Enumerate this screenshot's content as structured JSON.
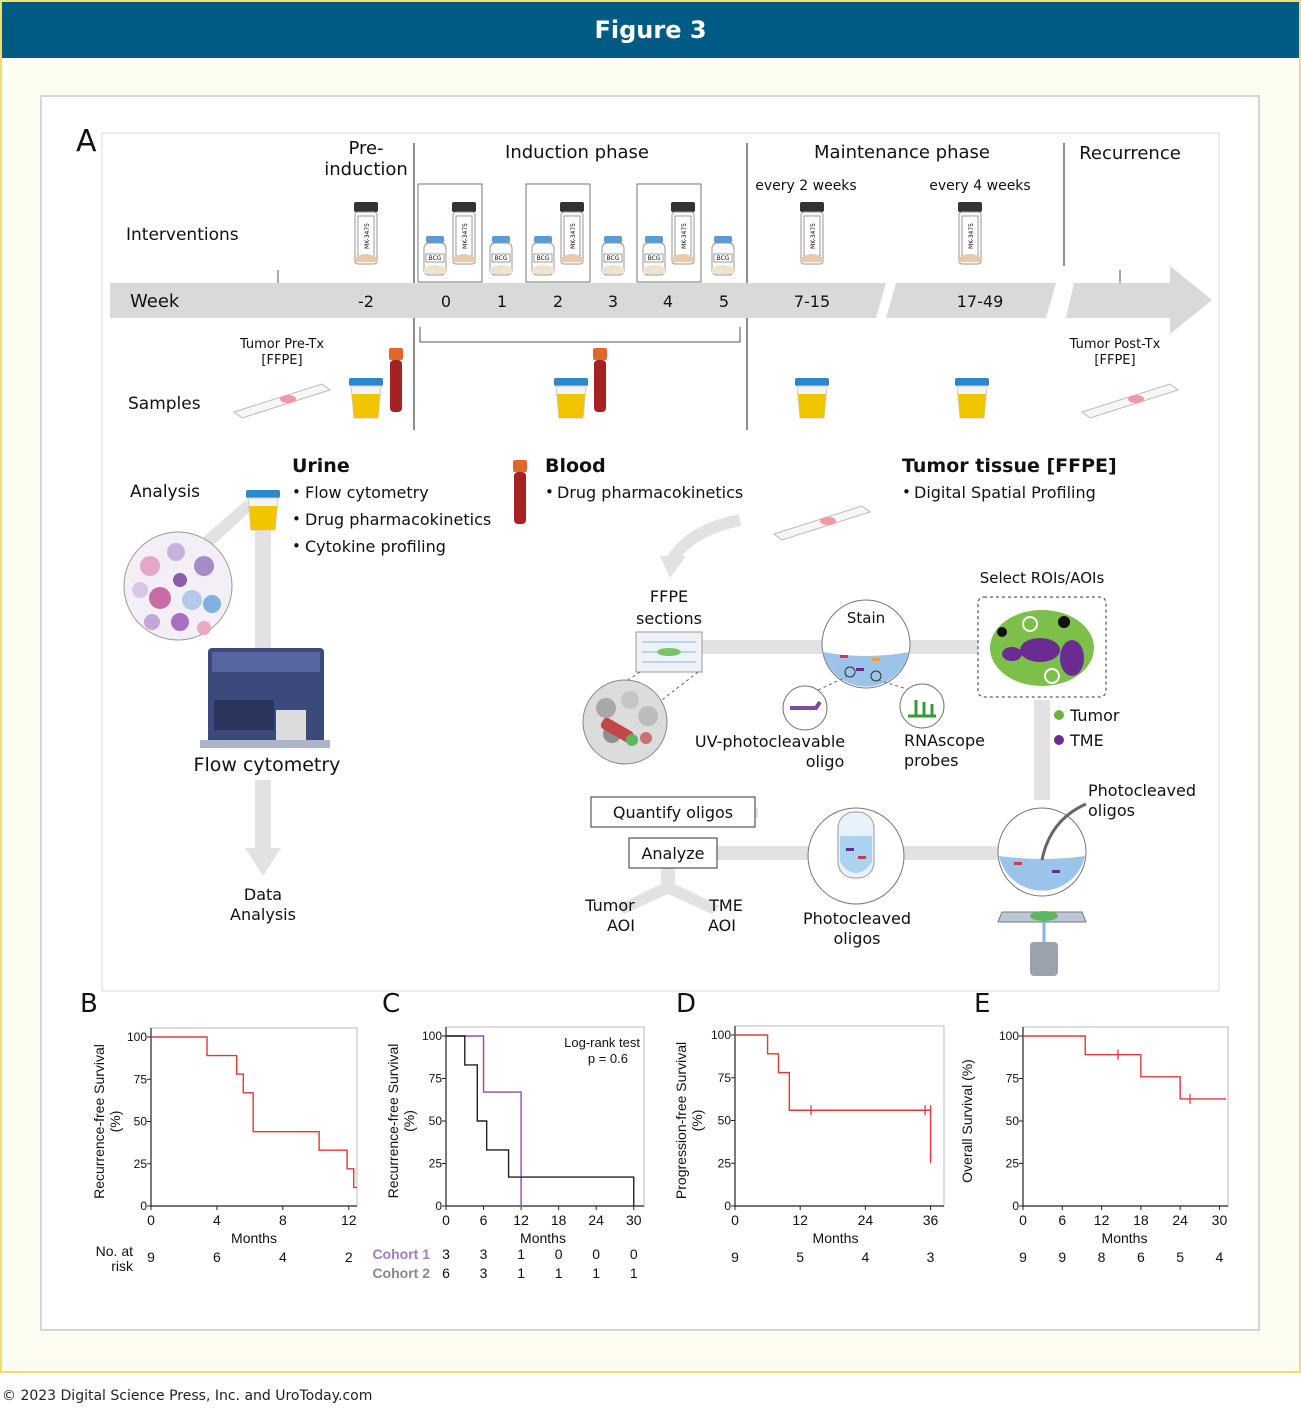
{
  "header": {
    "title": "Figure 3"
  },
  "copyright": "© 2023 Digital Science Press, Inc. and UroToday.com",
  "panelA": {
    "letter": "A",
    "phases": {
      "pre": [
        "Pre-",
        "induction"
      ],
      "induction": "Induction phase",
      "maintenance": "Maintenance phase",
      "recurrence": "Recurrence"
    },
    "freq": [
      "every 2 weeks",
      "every 4 weeks"
    ],
    "rows": {
      "interventions": "Interventions",
      "week": "Week",
      "samples": "Samples",
      "analysis": "Analysis"
    },
    "weeks": [
      "-2",
      "0",
      "1",
      "2",
      "3",
      "4",
      "5",
      "7-15",
      "17-49"
    ],
    "vial_mk": "MK-3475",
    "vial_bcg": "BCG",
    "tumor_pre": [
      "Tumor Pre-Tx",
      "[FFPE]"
    ],
    "tumor_post": [
      "Tumor Post-Tx",
      "[FFPE]"
    ],
    "urine": {
      "title": "Urine",
      "items": [
        "Flow cytometry",
        "Drug pharmacokinetics",
        "Cytokine profiling"
      ]
    },
    "blood": {
      "title": "Blood",
      "items": [
        "Drug pharmacokinetics"
      ]
    },
    "tissue": {
      "title": "Tumor tissue [FFPE]",
      "items": [
        "Digital Spatial Profiling"
      ]
    },
    "flow_label": "Flow cytometry",
    "data_analysis": [
      "Data",
      "Analysis"
    ],
    "ffpe_sections": [
      "FFPE",
      "sections"
    ],
    "stain": "Stain",
    "select_roi": "Select ROIs/AOIs",
    "legend": [
      "Tumor",
      "TME"
    ],
    "uv_oligo": [
      "UV-photocleavable",
      "oligo"
    ],
    "rnascope": [
      "RNAscope",
      "probes"
    ],
    "photocleaved_top": [
      "Photocleaved",
      "oligos"
    ],
    "photocleaved_bottom": [
      "Photocleaved",
      "oligos"
    ],
    "quantify": "Quantify oligos",
    "analyze": "Analyze",
    "tumor_aoi": [
      "Tumor",
      "AOI"
    ],
    "tme_aoi": [
      "TME",
      "AOI"
    ],
    "colors": {
      "arrow": "#d9d9d9",
      "urine": "#f2c500",
      "cap": "#2f86c8",
      "blood": "#a42222",
      "tumor": "#6db33f",
      "tme": "#6a2c91"
    }
  },
  "chart_data": [
    {
      "type": "line",
      "panel": "B",
      "ylabel": [
        "Recurrence-free Survival",
        "(%)"
      ],
      "xlabel": "Months",
      "xlim": [
        0,
        12.5
      ],
      "ylim": [
        0,
        100
      ],
      "xticks": [
        "0",
        "4",
        "8",
        "12"
      ],
      "yticks": [
        "0",
        "25",
        "50",
        "75",
        "100"
      ],
      "series": [
        {
          "color": "#e23a3a",
          "x": [
            0,
            3.4,
            3.4,
            5.2,
            5.2,
            5.6,
            5.6,
            6.2,
            6.2,
            10.2,
            10.2,
            11.9,
            11.9,
            12.3,
            12.3,
            12.5
          ],
          "y": [
            100,
            100,
            89,
            89,
            78,
            78,
            67,
            67,
            44,
            44,
            33,
            33,
            22,
            22,
            11,
            11
          ]
        }
      ],
      "risk_label": [
        "No. at",
        "risk"
      ],
      "risk_values": [
        "9",
        "6",
        "4",
        "2"
      ]
    },
    {
      "type": "line",
      "panel": "C",
      "ylabel": [
        "Recurrence-free Survival",
        "(%)"
      ],
      "xlabel": "Months",
      "xlim": [
        0,
        31
      ],
      "ylim": [
        0,
        100
      ],
      "xticks": [
        "0",
        "6",
        "12",
        "18",
        "24",
        "30"
      ],
      "yticks": [
        "0",
        "25",
        "50",
        "75",
        "100"
      ],
      "annotation": [
        "Log-rank test",
        "p = 0.6"
      ],
      "series": [
        {
          "name": "Cohort 1",
          "color": "#8b4fb0",
          "x": [
            0,
            6,
            6,
            12,
            12,
            12.2
          ],
          "y": [
            100,
            100,
            67,
            67,
            0,
            0
          ]
        },
        {
          "name": "Cohort 2",
          "color": "#222222",
          "x": [
            0,
            3,
            3,
            5,
            5,
            6.5,
            6.5,
            10,
            10,
            30,
            30
          ],
          "y": [
            100,
            100,
            83,
            83,
            50,
            50,
            33,
            33,
            17,
            17,
            0
          ]
        }
      ],
      "risk_rows": [
        {
          "label": "Cohort 1",
          "color": "#a07cc0",
          "values": [
            "3",
            "3",
            "1",
            "0",
            "0",
            "0"
          ]
        },
        {
          "label": "Cohort 2",
          "color": "#888888",
          "values": [
            "6",
            "3",
            "1",
            "1",
            "1",
            "1"
          ]
        }
      ]
    },
    {
      "type": "line",
      "panel": "D",
      "ylabel": [
        "Progression-free Survival",
        "(%)"
      ],
      "xlabel": "Months",
      "xlim": [
        0,
        37
      ],
      "ylim": [
        0,
        100
      ],
      "xticks": [
        "0",
        "12",
        "24",
        "36"
      ],
      "yticks": [
        "0",
        "25",
        "50",
        "75",
        "100"
      ],
      "series": [
        {
          "color": "#e23a3a",
          "x": [
            0,
            6,
            6,
            8,
            8,
            10,
            10,
            36,
            36
          ],
          "y": [
            100,
            100,
            89,
            89,
            78,
            78,
            56,
            56,
            28
          ]
        }
      ],
      "censor": [
        [
          14,
          56
        ],
        [
          35,
          56
        ],
        [
          36,
          56
        ],
        [
          36,
          28
        ]
      ],
      "risk_values": [
        "9",
        "5",
        "4",
        "3"
      ]
    },
    {
      "type": "line",
      "panel": "E",
      "ylabel": [
        "Overall Survival (%)"
      ],
      "xlabel": "Months",
      "xlim": [
        0,
        31
      ],
      "ylim": [
        0,
        100
      ],
      "xticks": [
        "0",
        "6",
        "12",
        "18",
        "24",
        "30"
      ],
      "yticks": [
        "0",
        "25",
        "50",
        "75",
        "100"
      ],
      "series": [
        {
          "color": "#e23a3a",
          "x": [
            0,
            9.5,
            9.5,
            18,
            18,
            24,
            24,
            31
          ],
          "y": [
            100,
            100,
            89,
            89,
            76,
            76,
            63,
            63
          ]
        }
      ],
      "censor": [
        [
          14.5,
          89
        ],
        [
          25.5,
          63
        ]
      ],
      "risk_values": [
        "9",
        "9",
        "8",
        "6",
        "5",
        "4"
      ]
    }
  ]
}
